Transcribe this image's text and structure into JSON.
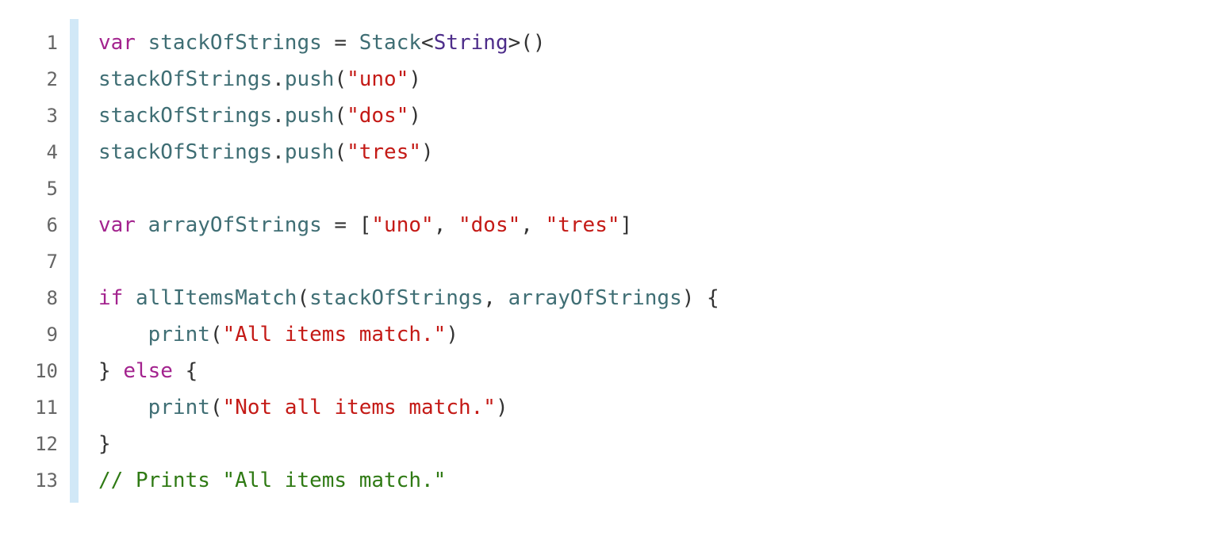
{
  "code": {
    "line_numbers": [
      "1",
      "2",
      "3",
      "4",
      "5",
      "6",
      "7",
      "8",
      "9",
      "10",
      "11",
      "12",
      "13"
    ],
    "lines": [
      [
        {
          "t": "var",
          "k": "kw"
        },
        {
          "t": " ",
          "k": "pun"
        },
        {
          "t": "stackOfStrings",
          "k": "id"
        },
        {
          "t": " = ",
          "k": "pun"
        },
        {
          "t": "Stack",
          "k": "id"
        },
        {
          "t": "<",
          "k": "pun"
        },
        {
          "t": "String",
          "k": "typ"
        },
        {
          "t": ">()",
          "k": "pun"
        }
      ],
      [
        {
          "t": "stackOfStrings",
          "k": "id"
        },
        {
          "t": ".",
          "k": "pun"
        },
        {
          "t": "push",
          "k": "id"
        },
        {
          "t": "(",
          "k": "pun"
        },
        {
          "t": "\"uno\"",
          "k": "str"
        },
        {
          "t": ")",
          "k": "pun"
        }
      ],
      [
        {
          "t": "stackOfStrings",
          "k": "id"
        },
        {
          "t": ".",
          "k": "pun"
        },
        {
          "t": "push",
          "k": "id"
        },
        {
          "t": "(",
          "k": "pun"
        },
        {
          "t": "\"dos\"",
          "k": "str"
        },
        {
          "t": ")",
          "k": "pun"
        }
      ],
      [
        {
          "t": "stackOfStrings",
          "k": "id"
        },
        {
          "t": ".",
          "k": "pun"
        },
        {
          "t": "push",
          "k": "id"
        },
        {
          "t": "(",
          "k": "pun"
        },
        {
          "t": "\"tres\"",
          "k": "str"
        },
        {
          "t": ")",
          "k": "pun"
        }
      ],
      [],
      [
        {
          "t": "var",
          "k": "kw"
        },
        {
          "t": " ",
          "k": "pun"
        },
        {
          "t": "arrayOfStrings",
          "k": "id"
        },
        {
          "t": " = [",
          "k": "pun"
        },
        {
          "t": "\"uno\"",
          "k": "str"
        },
        {
          "t": ", ",
          "k": "pun"
        },
        {
          "t": "\"dos\"",
          "k": "str"
        },
        {
          "t": ", ",
          "k": "pun"
        },
        {
          "t": "\"tres\"",
          "k": "str"
        },
        {
          "t": "]",
          "k": "pun"
        }
      ],
      [],
      [
        {
          "t": "if",
          "k": "kw"
        },
        {
          "t": " ",
          "k": "pun"
        },
        {
          "t": "allItemsMatch",
          "k": "id"
        },
        {
          "t": "(",
          "k": "pun"
        },
        {
          "t": "stackOfStrings",
          "k": "id"
        },
        {
          "t": ", ",
          "k": "pun"
        },
        {
          "t": "arrayOfStrings",
          "k": "id"
        },
        {
          "t": ") {",
          "k": "pun"
        }
      ],
      [
        {
          "t": "    ",
          "k": "pun"
        },
        {
          "t": "print",
          "k": "id"
        },
        {
          "t": "(",
          "k": "pun"
        },
        {
          "t": "\"All items match.\"",
          "k": "str"
        },
        {
          "t": ")",
          "k": "pun"
        }
      ],
      [
        {
          "t": "} ",
          "k": "pun"
        },
        {
          "t": "else",
          "k": "kw"
        },
        {
          "t": " {",
          "k": "pun"
        }
      ],
      [
        {
          "t": "    ",
          "k": "pun"
        },
        {
          "t": "print",
          "k": "id"
        },
        {
          "t": "(",
          "k": "pun"
        },
        {
          "t": "\"Not all items match.\"",
          "k": "str"
        },
        {
          "t": ")",
          "k": "pun"
        }
      ],
      [
        {
          "t": "}",
          "k": "pun"
        }
      ],
      [
        {
          "t": "// Prints \"All items match.\"",
          "k": "cmt"
        }
      ]
    ]
  },
  "colors": {
    "keyword": "#a3238e",
    "identifier": "#3f6e74",
    "type": "#4d2d8a",
    "string": "#c41a16",
    "punctuation": "#333333",
    "comment": "#2f7a14",
    "gutter_rule": "#d1e8f7",
    "line_number": "#666666"
  }
}
